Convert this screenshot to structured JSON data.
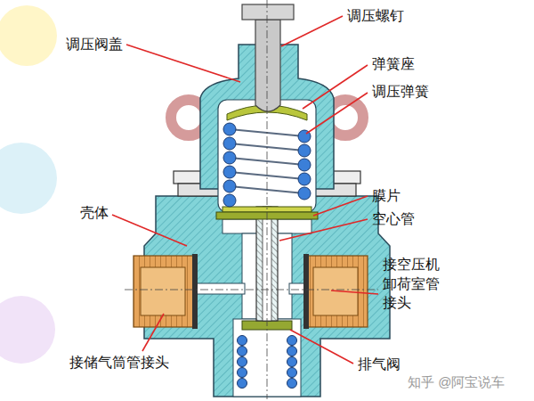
{
  "diagram": {
    "labels": [
      "调压螺钉",
      "调压阀盖",
      "弹簧座",
      "调压弹簧",
      "壳体",
      "膜片",
      "空心管",
      "接空压机 卸荷室管 接头",
      "接储气筒管接头",
      "排气阀",
      "知乎 @阿宝说车"
    ]
  }
}
